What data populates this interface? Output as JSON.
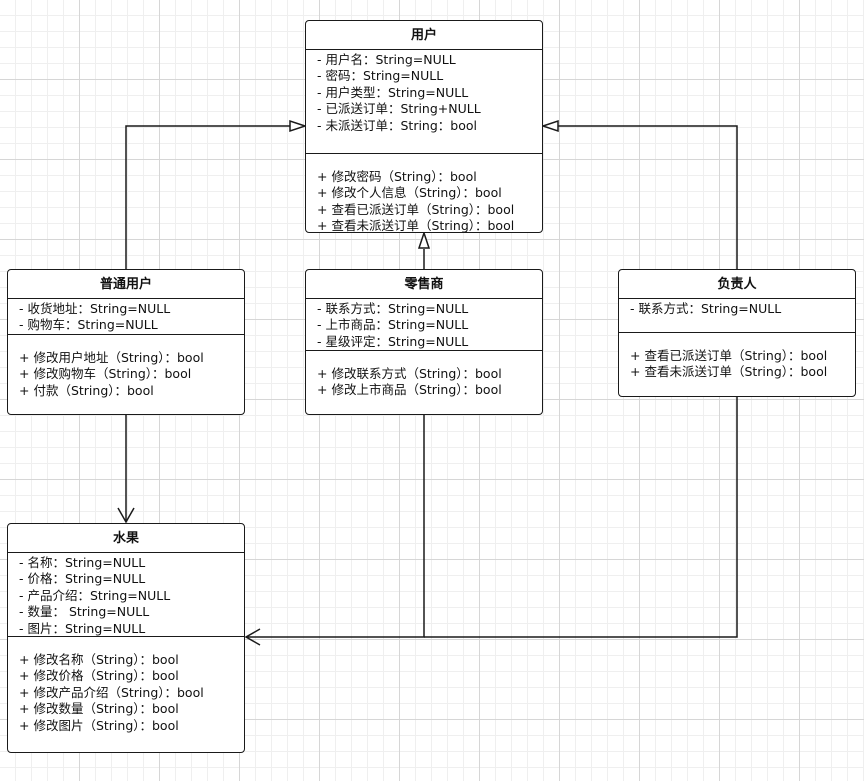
{
  "diagram": {
    "classes": [
      {
        "id": "user",
        "title": "用户",
        "attributes": [
          "- 用户名：String=NULL",
          "- 密码：String=NULL",
          "- 用户类型：String=NULL",
          "- 已派送订单：String+NULL",
          "- 未派送订单：String：bool"
        ],
        "methods": [
          "+ 修改密码（String）：bool",
          "+ 修改个人信息（String）：bool",
          "+ 查看已派送订单（String）：bool",
          "+ 查看未派送订单（String）：bool"
        ]
      },
      {
        "id": "normal-user",
        "title": "普通用户",
        "attributes": [
          "- 收货地址：String=NULL",
          "- 购物车：String=NULL"
        ],
        "methods": [
          "+ 修改用户地址（String）：bool",
          "+ 修改购物车（String）：bool",
          "+ 付款（String）：bool"
        ]
      },
      {
        "id": "retailer",
        "title": "零售商",
        "attributes": [
          "- 联系方式：String=NULL",
          "- 上市商品：String=NULL",
          "- 星级评定：String=NULL"
        ],
        "methods": [
          "+ 修改联系方式（String）：bool",
          "+ 修改上市商品（String）：bool"
        ]
      },
      {
        "id": "manager",
        "title": "负责人",
        "attributes": [
          "- 联系方式：String=NULL"
        ],
        "methods": [
          "+ 查看已派送订单（String）：bool",
          "+ 查看未派送订单（String）：bool"
        ]
      },
      {
        "id": "fruit",
        "title": "水果",
        "attributes": [
          "- 名称：String=NULL",
          "- 价格：String=NULL",
          "- 产品介绍：String=NULL",
          "- 数量： String=NULL",
          "- 图片：String=NULL"
        ],
        "methods": [
          "+ 修改名称（String）：bool",
          "+ 修改价格（String）：bool",
          "+ 修改产品介绍（String）：bool",
          "+ 修改数量（String）：bool",
          "+ 修改图片（String）：bool"
        ]
      }
    ],
    "relationships": [
      {
        "type": "generalization",
        "from": "normal-user",
        "to": "user"
      },
      {
        "type": "generalization",
        "from": "retailer",
        "to": "user"
      },
      {
        "type": "generalization",
        "from": "manager",
        "to": "user"
      },
      {
        "type": "association",
        "from": "normal-user",
        "to": "fruit"
      },
      {
        "type": "association",
        "from": "retailer",
        "to": "fruit"
      },
      {
        "type": "association",
        "from": "manager",
        "to": "fruit"
      }
    ],
    "colors": {
      "line": "#1a1a1a",
      "box_fill": "#ffffff",
      "grid": "#d6d6d6"
    }
  }
}
